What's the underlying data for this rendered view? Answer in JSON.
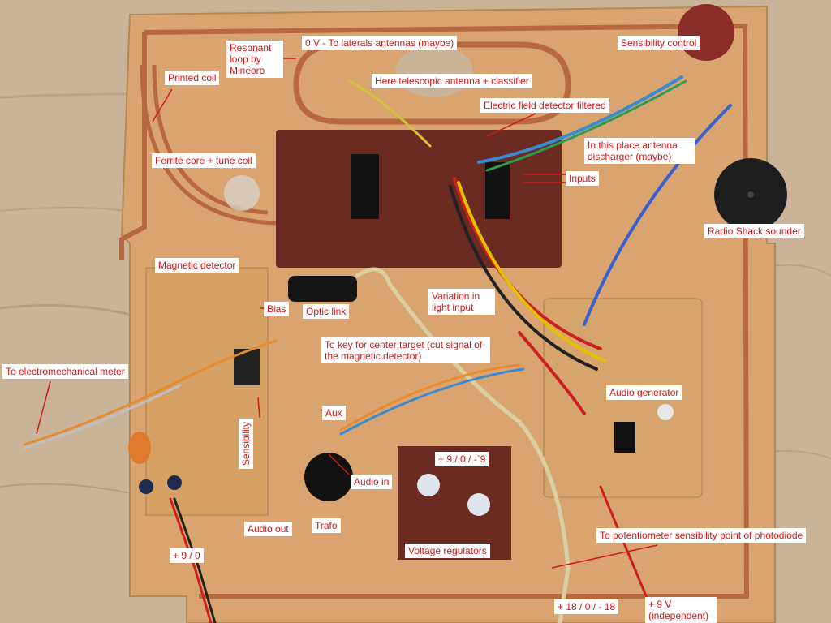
{
  "image": {
    "labels": {
      "resonant_loop": "Resonant loop by Mineoro",
      "laterals": "0 V - To laterals antennas (maybe)",
      "sensibility_control": "Sensibility control",
      "printed_coil": "Printed coil",
      "telescopic": "Here telescopic antenna + classifier",
      "efield": "Electric field detector filtered",
      "discharger": "In this place antenna discharger (maybe)",
      "ferrite": "Ferrite core + tune coil",
      "inputs": "Inputs",
      "sounder": "Radio Shack sounder",
      "magnetic": "Magnetic detector",
      "variation": "Variation in light input",
      "bias": "Bias",
      "optic": "Optic link",
      "center_target": "To key for center target (cut signal of the magnetic detector)",
      "meter": "To electromechanical meter",
      "audio_gen": "Audio generator",
      "aux": "Aux",
      "sensibility": "Sensibility",
      "plus9": "+ 9 / 0 / -`9",
      "audio_in": "Audio in",
      "photodiode": "To potentiometer sensibility point of photodiode",
      "trafo": "Trafo",
      "audio_out": "Audio out",
      "vreg": "Voltage regulators",
      "plus9_0": "+ 9 / 0",
      "plus18": "+ 18 / 0 / - 18",
      "plus9_indep": "+ 9 V (independent)"
    },
    "colors": {
      "wood": "#c9b49a",
      "board": "#d9a46f",
      "copper": "#b8683e",
      "pcb": "#6b2a22",
      "label_text": "#d01818"
    }
  }
}
